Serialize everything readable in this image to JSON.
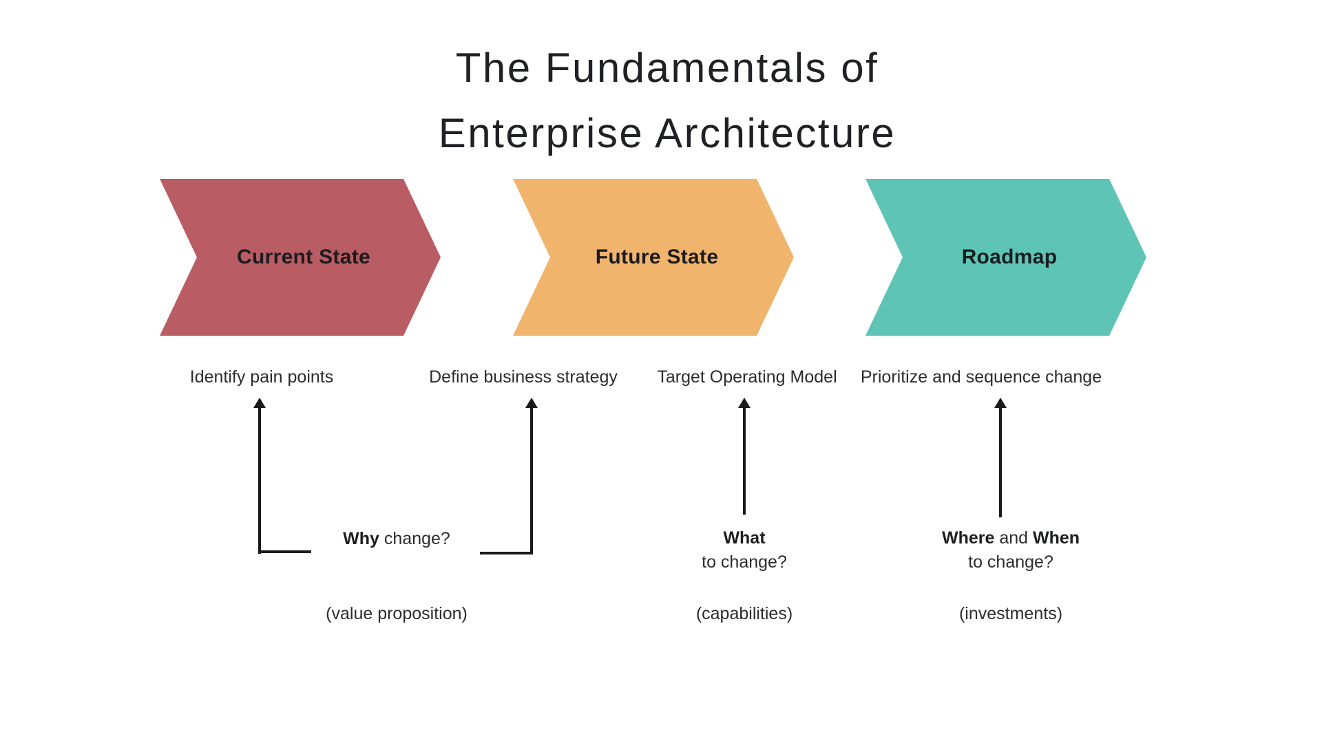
{
  "title": {
    "line1": "The Fundamentals of",
    "line2": "Enterprise Architecture"
  },
  "colors": {
    "current_state": "#b95c64",
    "future_state": "#f1b46c",
    "roadmap": "#5dc4b6",
    "ink": "#1a1a1a",
    "text": "#2b2c2e"
  },
  "chevrons": [
    {
      "label": "Current State",
      "color": "#b95c64"
    },
    {
      "label": "Future State",
      "color": "#f1b46c"
    },
    {
      "label": "Roadmap",
      "color": "#5dc4b6"
    }
  ],
  "steps": [
    {
      "label": "Identify pain points"
    },
    {
      "label": "Define business strategy"
    },
    {
      "label": "Target Operating Model"
    },
    {
      "label": "Prioritize and sequence change"
    }
  ],
  "annotations": {
    "why": {
      "bold": "Why",
      "rest": " change?",
      "note": "(value proposition)"
    },
    "what": {
      "bold": "What",
      "line2": "to change?",
      "note": "(capabilities)"
    },
    "where_when": {
      "bold1": "Where",
      "mid": " and ",
      "bold2": "When",
      "line2": "to change?",
      "note": "(investments)"
    }
  }
}
